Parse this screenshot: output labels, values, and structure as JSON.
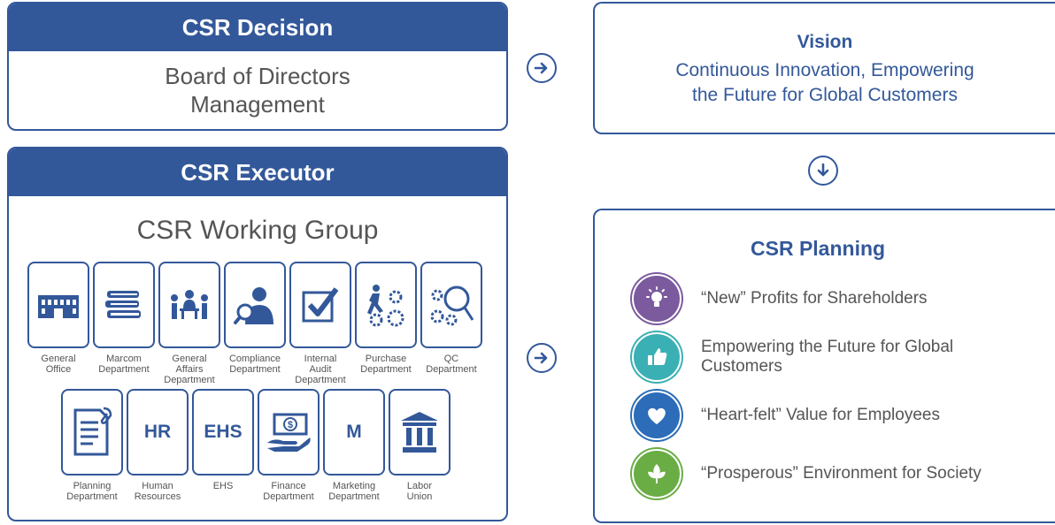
{
  "decision": {
    "title": "CSR Decision",
    "line1": "Board of Directors",
    "line2": "Management"
  },
  "executor": {
    "title": "CSR Executor",
    "working_group": "CSR Working Group",
    "row1": [
      {
        "label": [
          "General",
          "Office"
        ],
        "icon": "building-icon"
      },
      {
        "label": [
          "Marcom",
          "Department"
        ],
        "icon": "books-icon"
      },
      {
        "label": [
          "General",
          "Affairs",
          "Department"
        ],
        "icon": "meeting-icon"
      },
      {
        "label": [
          "Compliance",
          "Department"
        ],
        "icon": "inspector-icon"
      },
      {
        "label": [
          "Internal",
          "Audit",
          "Department"
        ],
        "icon": "checkbox-icon"
      },
      {
        "label": [
          "Purchase",
          "Department"
        ],
        "icon": "runner-gears-icon"
      },
      {
        "label": [
          "QC",
          "Department"
        ],
        "icon": "gears-magnifier-icon"
      }
    ],
    "row2": [
      {
        "label": [
          "Planning",
          "Department"
        ],
        "icon": "document-clip-icon",
        "text": ""
      },
      {
        "label": [
          "Human",
          "Resources"
        ],
        "icon": "hr-text-icon",
        "text": "HR"
      },
      {
        "label": [
          "EHS"
        ],
        "icon": "ehs-text-icon",
        "text": "EHS"
      },
      {
        "label": [
          "Finance",
          "Department"
        ],
        "icon": "money-hand-icon",
        "text": ""
      },
      {
        "label": [
          "Marketing",
          "Department"
        ],
        "icon": "m-text-icon",
        "text": "M"
      },
      {
        "label": [
          "Labor",
          "Union"
        ],
        "icon": "institution-icon",
        "text": ""
      }
    ]
  },
  "vision": {
    "title": "Vision",
    "line1": "Continuous Innovation, Empowering",
    "line2": "the Future for Global Customers"
  },
  "planning": {
    "title": "CSR Planning",
    "items": [
      {
        "text": "“New” Profits for Shareholders",
        "color": "#7b5a9e",
        "icon": "lightbulb-icon"
      },
      {
        "text": "Empowering the Future for Global Customers",
        "color": "#3ab0b4",
        "icon": "thumbs-up-icon"
      },
      {
        "text": "“Heart-felt” Value for Employees",
        "color": "#2c6cb8",
        "icon": "heart-icon"
      },
      {
        "text": "“Prosperous” Environment for Society",
        "color": "#6aad45",
        "icon": "leaf-icon"
      }
    ]
  },
  "colors": {
    "brand": "#33589a"
  }
}
